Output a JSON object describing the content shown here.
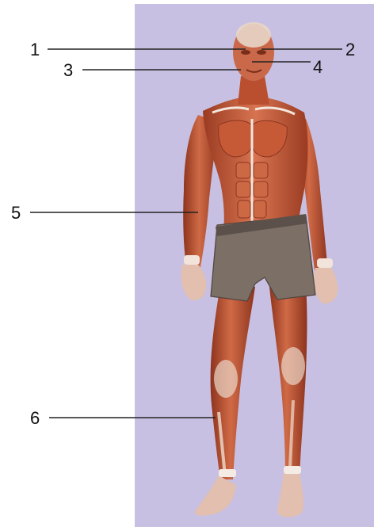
{
  "colors": {
    "backdrop": "#c8c0e2",
    "muscle": "#c8623f",
    "muscle_dark": "#8a3520",
    "tendon": "#f3e6dc",
    "shorts": "#7b6f66",
    "shorts_band": "#5c514a",
    "leader": "#222222",
    "label": "#111111"
  },
  "diagram": {
    "subject": "muscular-human-figure",
    "labels": [
      {
        "id": "label-1",
        "text": "1"
      },
      {
        "id": "label-2",
        "text": "2"
      },
      {
        "id": "label-3",
        "text": "3"
      },
      {
        "id": "label-4",
        "text": "4"
      },
      {
        "id": "label-5",
        "text": "5"
      },
      {
        "id": "label-6",
        "text": "6"
      }
    ]
  }
}
